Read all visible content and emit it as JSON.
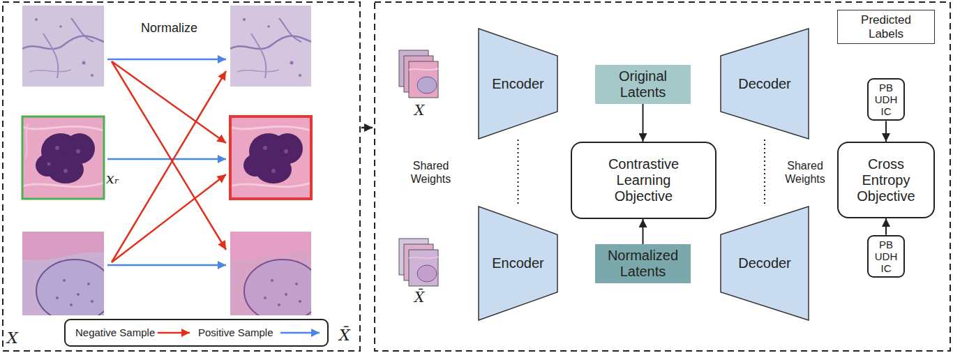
{
  "diagram": {
    "nodes": [
      {
        "text": [
          "Encoder"
        ]
      },
      {
        "text": [
          "Original Latents"
        ]
      },
      {
        "text": [
          "Decoder"
        ]
      },
      {
        "text": [
          "Predicted Labels"
        ]
      },
      {
        "text": [
          "PB UDH IC"
        ]
      },
      {
        "text": [
          "Contrastive Learning Objective"
        ]
      },
      {
        "text": [
          "Cross Entropy Objective"
        ]
      },
      {
        "text": [
          "Encoder"
        ]
      },
      {
        "text": [
          "Normalized Latents"
        ]
      },
      {
        "text": [
          "Decoder"
        ]
      },
      {
        "text": [
          "PB UDH IC"
        ]
      }
    ],
    "edges": [
      {
        "from": 1,
        "to": 5,
        "arrow": "to"
      },
      {
        "from": 8,
        "to": 5,
        "arrow": "to"
      },
      {
        "from": 4,
        "to": 6,
        "arrow": "to"
      },
      {
        "from": 10,
        "to": 6,
        "arrow": "to"
      },
      {
        "from": 0,
        "to": 7,
        "arrow": "none",
        "label": "Shared Weights"
      },
      {
        "from": 2,
        "to": 9,
        "arrow": "none",
        "label": "Shared Weights"
      }
    ],
    "labels": [
      "Normalize",
      "xᵣ",
      "X",
      "X̄",
      "X",
      "X̄"
    ],
    "legend": [
      {
        "text": "Negative Sample"
      },
      {
        "text": "Positive Sample"
      }
    ]
  }
}
